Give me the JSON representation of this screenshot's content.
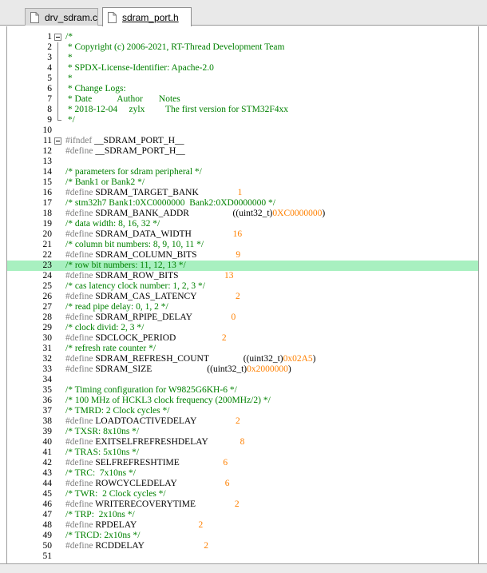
{
  "tabs": [
    {
      "label": "drv_sdram.c",
      "active": false
    },
    {
      "label": "sdram_port.h",
      "active": true
    }
  ],
  "colors": {
    "comment": "#008000",
    "preprocessor": "#808080",
    "number": "#ff8000",
    "highlight": "#a8f0c0"
  },
  "editor": {
    "highlighted_line": 23,
    "fold_markers": {
      "1": "start",
      "9": "end",
      "11": "start"
    },
    "lines": [
      [
        [
          "c",
          "/*"
        ]
      ],
      [
        [
          "c",
          " * Copyright (c) 2006-2021, RT-Thread Development Team"
        ]
      ],
      [
        [
          "c",
          " *"
        ]
      ],
      [
        [
          "c",
          " * SPDX-License-Identifier: Apache-2.0"
        ]
      ],
      [
        [
          "c",
          " *"
        ]
      ],
      [
        [
          "c",
          " * Change Logs:"
        ]
      ],
      [
        [
          "c",
          " * Date           Author       Notes"
        ]
      ],
      [
        [
          "c",
          " * 2018-12-04     zylx         The first version for STM32F4xx"
        ]
      ],
      [
        [
          "c",
          " */"
        ]
      ],
      [],
      [
        [
          "p",
          "#ifndef "
        ],
        [
          "t",
          "__SDRAM_PORT_H__"
        ]
      ],
      [
        [
          "p",
          "#define "
        ],
        [
          "t",
          "__SDRAM_PORT_H__"
        ]
      ],
      [],
      [
        [
          "c",
          "/* parameters for sdram peripheral */"
        ]
      ],
      [
        [
          "c",
          "/* Bank1 or Bank2 */"
        ]
      ],
      [
        [
          "p",
          "#define "
        ],
        [
          "t",
          "SDRAM_TARGET_BANK                 "
        ],
        [
          "n",
          "1"
        ]
      ],
      [
        [
          "c",
          "/* stm32h7 Bank1:0XC0000000  Bank2:0XD0000000 */"
        ]
      ],
      [
        [
          "p",
          "#define "
        ],
        [
          "t",
          "SDRAM_BANK_ADDR                   ((uint32_t)"
        ],
        [
          "n",
          "0XC0000000"
        ],
        [
          "t",
          ")"
        ]
      ],
      [
        [
          "c",
          "/* data width: 8, 16, 32 */"
        ]
      ],
      [
        [
          "p",
          "#define "
        ],
        [
          "t",
          "SDRAM_DATA_WIDTH                  "
        ],
        [
          "n",
          "16"
        ]
      ],
      [
        [
          "c",
          "/* column bit numbers: 8, 9, 10, 11 */"
        ]
      ],
      [
        [
          "p",
          "#define "
        ],
        [
          "t",
          "SDRAM_COLUMN_BITS                 "
        ],
        [
          "n",
          "9"
        ]
      ],
      [
        [
          "c",
          "/* row bit numbers: 11, 12, 13 */"
        ]
      ],
      [
        [
          "p",
          "#define "
        ],
        [
          "t",
          "SDRAM_ROW_BITS                    "
        ],
        [
          "n",
          "13"
        ]
      ],
      [
        [
          "c",
          "/* cas latency clock number: 1, 2, 3 */"
        ]
      ],
      [
        [
          "p",
          "#define "
        ],
        [
          "t",
          "SDRAM_CAS_LATENCY                 "
        ],
        [
          "n",
          "2"
        ]
      ],
      [
        [
          "c",
          "/* read pipe delay: 0, 1, 2 */"
        ]
      ],
      [
        [
          "p",
          "#define "
        ],
        [
          "t",
          "SDRAM_RPIPE_DELAY                 "
        ],
        [
          "n",
          "0"
        ]
      ],
      [
        [
          "c",
          "/* clock divid: 2, 3 */"
        ]
      ],
      [
        [
          "p",
          "#define "
        ],
        [
          "t",
          "SDCLOCK_PERIOD                    "
        ],
        [
          "n",
          "2"
        ]
      ],
      [
        [
          "c",
          "/* refresh rate counter */"
        ]
      ],
      [
        [
          "p",
          "#define "
        ],
        [
          "t",
          "SDRAM_REFRESH_COUNT               ((uint32_t)"
        ],
        [
          "n",
          "0x02A5"
        ],
        [
          "t",
          ")"
        ]
      ],
      [
        [
          "p",
          "#define "
        ],
        [
          "t",
          "SDRAM_SIZE                        ((uint32_t)"
        ],
        [
          "n",
          "0x2000000"
        ],
        [
          "t",
          ")"
        ]
      ],
      [],
      [
        [
          "c",
          "/* Timing configuration for W9825G6KH-6 */"
        ]
      ],
      [
        [
          "c",
          "/* 100 MHz of HCKL3 clock frequency (200MHz/2) */"
        ]
      ],
      [
        [
          "c",
          "/* TMRD: 2 Clock cycles */"
        ]
      ],
      [
        [
          "p",
          "#define "
        ],
        [
          "t",
          "LOADTOACTIVEDELAY                 "
        ],
        [
          "n",
          "2"
        ]
      ],
      [
        [
          "c",
          "/* TXSR: 8x10ns */"
        ]
      ],
      [
        [
          "p",
          "#define "
        ],
        [
          "t",
          "EXITSELFREFRESHDELAY              "
        ],
        [
          "n",
          "8"
        ]
      ],
      [
        [
          "c",
          "/* TRAS: 5x10ns */"
        ]
      ],
      [
        [
          "p",
          "#define "
        ],
        [
          "t",
          "SELFREFRESHTIME                   "
        ],
        [
          "n",
          "6"
        ]
      ],
      [
        [
          "c",
          "/* TRC:  7x10ns */"
        ]
      ],
      [
        [
          "p",
          "#define "
        ],
        [
          "t",
          "ROWCYCLEDELAY                     "
        ],
        [
          "n",
          "6"
        ]
      ],
      [
        [
          "c",
          "/* TWR:  2 Clock cycles */"
        ]
      ],
      [
        [
          "p",
          "#define "
        ],
        [
          "t",
          "WRITERECOVERYTIME                 "
        ],
        [
          "n",
          "2"
        ]
      ],
      [
        [
          "c",
          "/* TRP:  2x10ns */"
        ]
      ],
      [
        [
          "p",
          "#define "
        ],
        [
          "t",
          "RPDELAY                           "
        ],
        [
          "n",
          "2"
        ]
      ],
      [
        [
          "c",
          "/* TRCD: 2x10ns */"
        ]
      ],
      [
        [
          "p",
          "#define "
        ],
        [
          "t",
          "RCDDELAY                          "
        ],
        [
          "n",
          "2"
        ]
      ],
      []
    ]
  }
}
